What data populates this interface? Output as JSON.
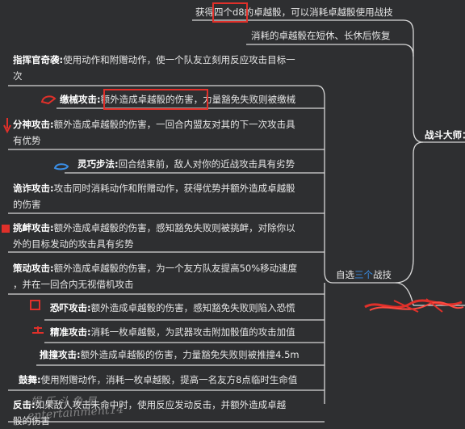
{
  "top": {
    "gain": {
      "pre": "获得",
      "dice": "四个d8",
      "post": "的卓越骰，可以消耗卓越骰使用战技"
    },
    "recover": "消耗的卓越骰在短休、长休后恢复"
  },
  "right_node": {
    "label": "战斗大师："
  },
  "choose": {
    "pre": "自选",
    "num": "三个",
    "post": "战技"
  },
  "items": [
    {
      "title": "指挥官奇袭:",
      "text": "使用动作和附赠动作，使一个队友立刻用反应攻击目标一",
      "text2": "次"
    },
    {
      "title": "缴械攻击:",
      "text": "额外造成卓越骰的伤害，",
      "text_b": "力量豁免失败则被缴械"
    },
    {
      "title": "分神攻击:",
      "text": "额外造成卓越骰的伤害，一回合内盟友对其的下一次攻击具",
      "text2": "有优势"
    },
    {
      "title": "灵巧步法:",
      "text": "回合结束前，敌人对你的近战攻击具有劣势"
    },
    {
      "title": "诡诈攻击:",
      "text": "攻击同时消耗动作和附赠动作，获得优势并额外造成卓越骰",
      "text2": "的伤害"
    },
    {
      "title": "挑衅攻击:",
      "text": "额外造成卓越骰的伤害，感知豁免失败则被挑衅，对除你以",
      "text2": "外的目标发动的攻击具有劣势"
    },
    {
      "title": "策动攻击:",
      "text": "额外造成卓越骰的伤害，为一个友方队友提高50%移动速度",
      "text2": "，并在一回合内无视借机攻击"
    },
    {
      "title": "恐吓攻击:",
      "text": "额外造成卓越骰的伤害，感知豁免失败则陷入恐慌"
    },
    {
      "title": "精准攻击:",
      "text": "消耗一枚卓越骰，为武器攻击附加骰值的攻击加值"
    },
    {
      "title": "推撞攻击:",
      "text": "额外造成卓越骰的伤害，力量豁免失败则被推撞4.5m"
    },
    {
      "title": "鼓舞:",
      "text": "使用附赠动作，消耗一枚卓越骰，提高一名友方8点临时生命值"
    },
    {
      "title": "反击:",
      "text": "如果敌人攻击未命中时，使用反应发动反击，并额外造成卓越",
      "text2": "骰的伤害"
    }
  ],
  "watermark": {
    "line1": "娱 乐 斗 鱼 星",
    "line2": "entertainment14"
  }
}
